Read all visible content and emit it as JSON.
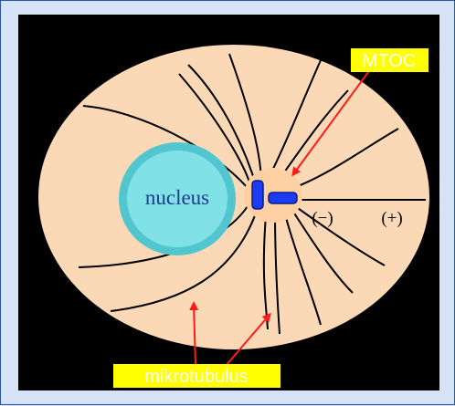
{
  "labels": {
    "nucleus": "nucleus",
    "mtoc": "MTOC",
    "minus": "(−)",
    "plus": "(+)",
    "mikrotubulus": "mikrotubulus"
  },
  "colors": {
    "page_background": "#d6e3f6",
    "frame_border": "#2b55a7",
    "panel_background": "#000000",
    "cell": "#fbd9b7",
    "nucleus_outer": "#52c6cf",
    "nucleus_inner": "#80e1e6",
    "nucleus_text": "#1f3a8c",
    "centrosome": "#ffd0a4",
    "centriole": "#1b3cf0",
    "microtubule": "#000000",
    "arrow": "#ff1a1a",
    "label_box": "#ffff00",
    "label_text": "#ffffff"
  }
}
